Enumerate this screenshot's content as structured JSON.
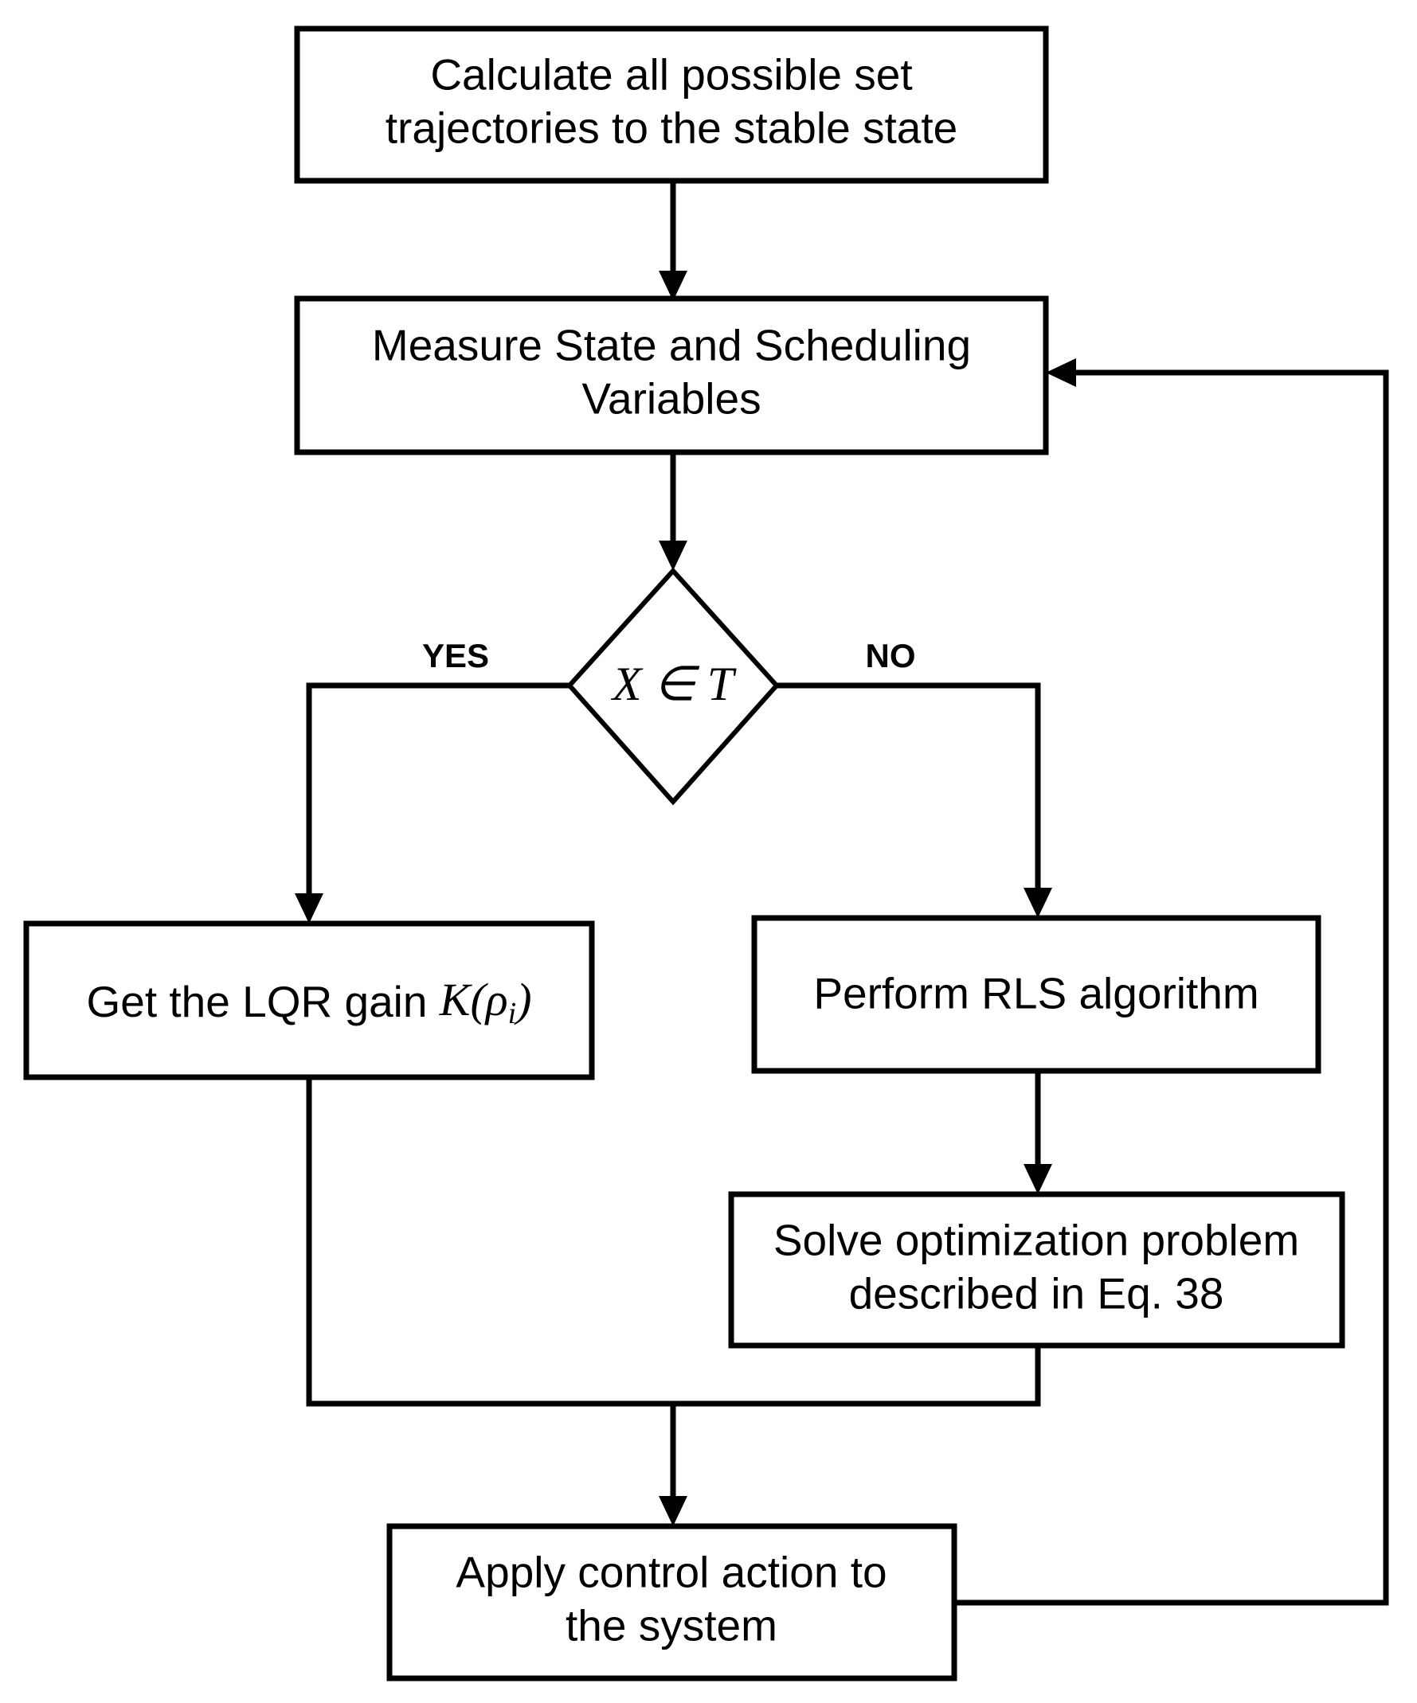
{
  "diagram": {
    "title": "LPV LQR / RLS adaptive control flowchart",
    "background_color": "#ffffff",
    "stroke_color": "#000000",
    "nodes": [
      {
        "id": "calc-trajectories",
        "shape": "rectangle",
        "lines": [
          "Calculate all possible set",
          "trajectories to the stable state"
        ]
      },
      {
        "id": "measure-state",
        "shape": "rectangle",
        "lines": [
          "Measure State and Scheduling",
          "Variables"
        ]
      },
      {
        "id": "membership-decision",
        "shape": "diamond",
        "lines": [
          "X ∈ T"
        ],
        "math": true
      },
      {
        "id": "lqr-gain",
        "shape": "rectangle",
        "lines": [
          "Get the LQR gain K(ρi)"
        ],
        "plain_prefix": "Get the LQR gain ",
        "math_symbol": "K(ρ",
        "math_subscript": "i",
        "math_suffix": ")"
      },
      {
        "id": "perform-rls",
        "shape": "rectangle",
        "lines": [
          "Perform RLS algorithm"
        ]
      },
      {
        "id": "solve-optimization",
        "shape": "rectangle",
        "lines": [
          "Solve optimization problem",
          "described in Eq. 38"
        ]
      },
      {
        "id": "apply-control",
        "shape": "rectangle",
        "lines": [
          "Apply control action to",
          "the system"
        ]
      }
    ],
    "edge_labels": {
      "yes": "YES",
      "no": "NO"
    }
  }
}
